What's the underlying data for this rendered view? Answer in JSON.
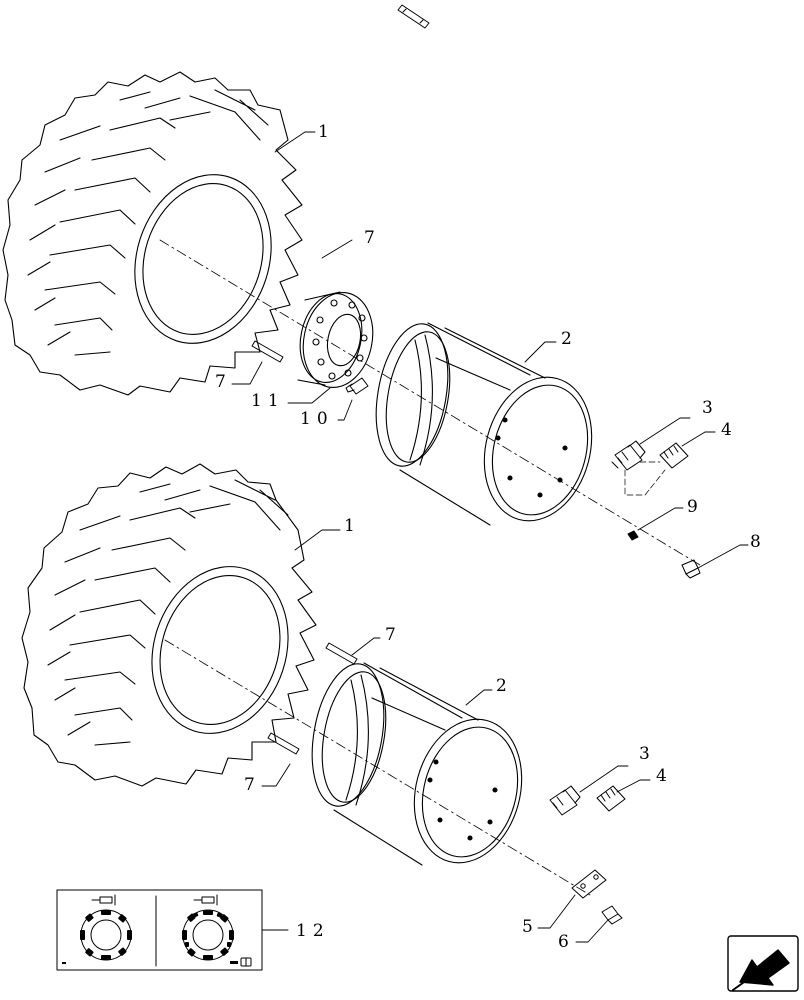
{
  "diagram": {
    "type": "exploded-parts-view",
    "colors": {
      "line": "#000000",
      "background": "#ffffff"
    }
  },
  "callouts": {
    "top_tire": "1",
    "top_rim": "2",
    "top_valve": "3",
    "top_valve_cap": "4",
    "top_stud_pin": "7",
    "top_stud_lower": "7",
    "top_hub_ring": "11",
    "top_hub_bolt": "10",
    "top_washer": "9",
    "top_bolt": "8",
    "bottom_tire": "1",
    "bottom_rim": "2",
    "bottom_valve": "3",
    "bottom_valve_cap": "4",
    "bottom_stud_upper": "7",
    "bottom_stud_lower": "7",
    "bottom_clamp": "5",
    "bottom_clamp_bolt": "6",
    "kit_inset": "12"
  },
  "nav": {
    "icon": "next-page-arrow-icon"
  }
}
